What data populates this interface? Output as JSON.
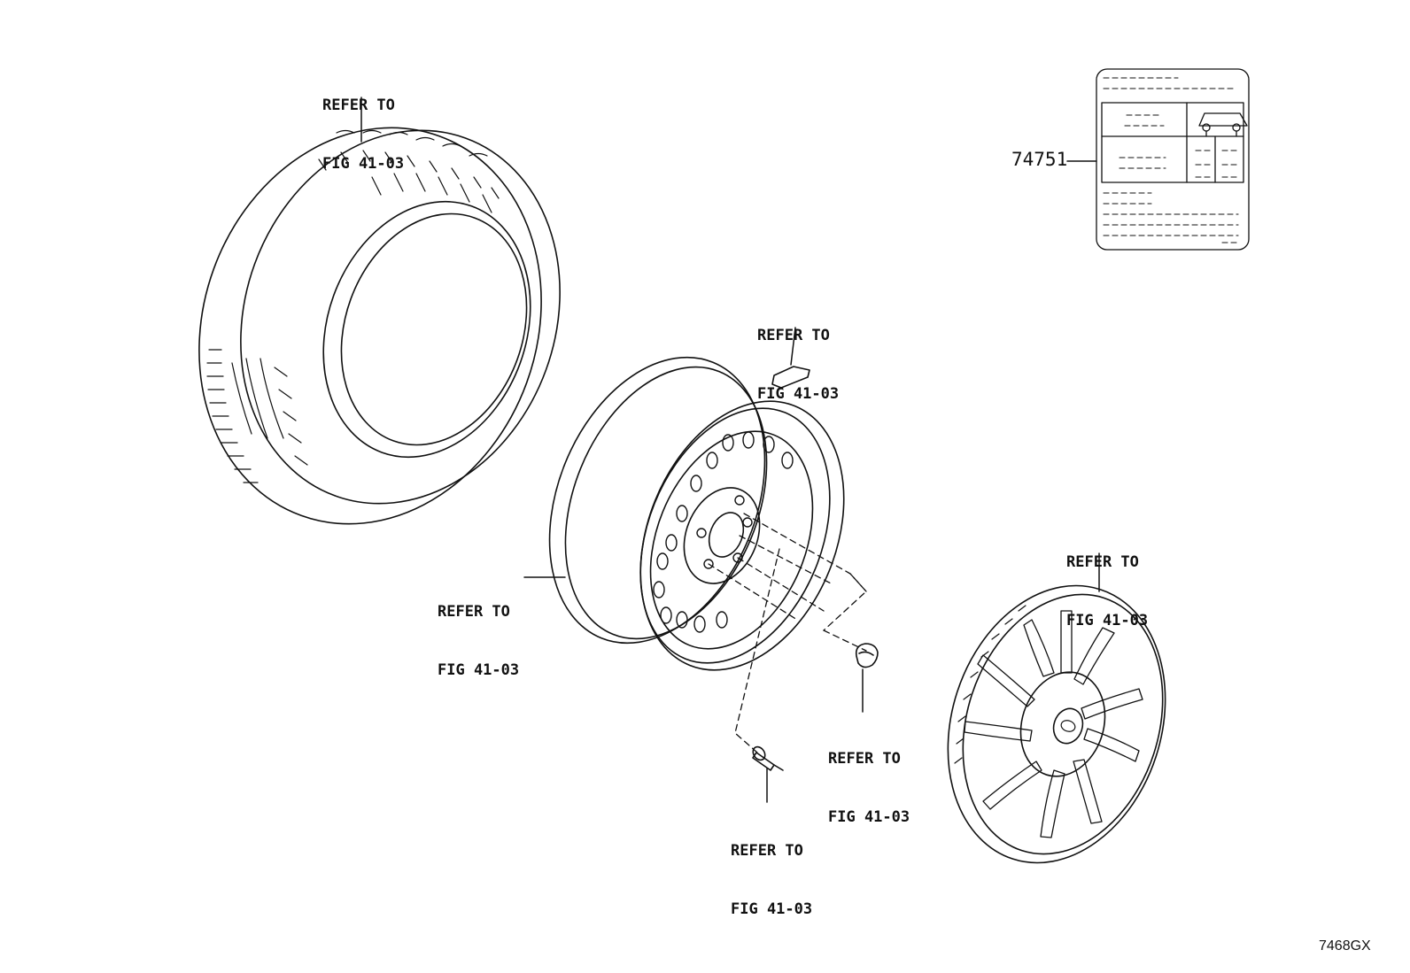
{
  "callouts": {
    "tire": [
      "REFER TO",
      "FIG 41-03"
    ],
    "tpms_sensor": [
      "REFER TO",
      "FIG 41-03"
    ],
    "wheel": [
      "REFER TO",
      "FIG 41-03"
    ],
    "wheel_cap": [
      "REFER TO",
      "FIG 41-03"
    ],
    "hub_nut": [
      "REFER TO",
      "FIG 41-03"
    ],
    "valve": [
      "REFER TO",
      "FIG 41-03"
    ]
  },
  "label_part_number": "74751",
  "figure_id": "7468GX"
}
